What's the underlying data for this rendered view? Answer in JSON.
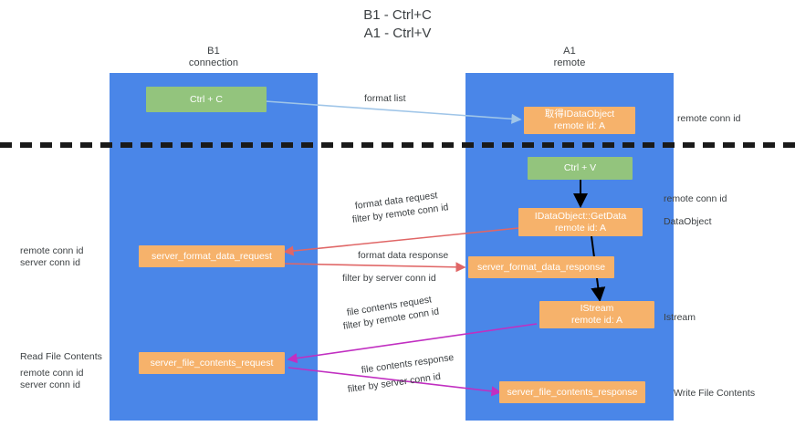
{
  "title": {
    "line1": "B1 - Ctrl+C",
    "line2": "A1 - Ctrl+V"
  },
  "lanes": [
    {
      "id": "b1",
      "name": "B1",
      "role": "connection",
      "color": "#4a86e8"
    },
    {
      "id": "a1",
      "name": "A1",
      "role": "remote",
      "color": "#4a86e8"
    }
  ],
  "nodes": {
    "ctrl_c": {
      "line1": "Ctrl + C",
      "line2": "",
      "color": "green"
    },
    "idataobject_top": {
      "line1": "取得IDataObject",
      "line2": "remote id: A",
      "color": "orange"
    },
    "ctrl_v": {
      "line1": "Ctrl + V",
      "line2": "",
      "color": "green"
    },
    "getdata": {
      "line1": "IDataObject::GetData",
      "line2": "remote id: A",
      "color": "orange"
    },
    "fmt_req": {
      "line1": "server_format_data_request",
      "line2": "",
      "color": "orange"
    },
    "fmt_resp": {
      "line1": "server_format_data_response",
      "line2": "",
      "color": "orange"
    },
    "istream": {
      "line1": "IStream",
      "line2": "remote id: A",
      "color": "orange"
    },
    "file_req": {
      "line1": "server_file_contents_request",
      "line2": "",
      "color": "orange"
    },
    "file_resp": {
      "line1": "server_file_contents_response",
      "line2": "",
      "color": "orange"
    }
  },
  "edge_labels": {
    "format_list": "format list",
    "format_data_request": "format data request",
    "format_data_request_filter_prefix": "filter by ",
    "format_data_request_filter_key": "remote conn id",
    "format_data_response": "format data response",
    "format_data_response_filter_prefix": "filter by ",
    "format_data_response_filter_key": "server conn id",
    "file_contents_request": "file contents request",
    "file_contents_request_filter_prefix": "filter by ",
    "file_contents_request_filter_key": "remote conn id",
    "file_contents_response": "file contents response",
    "file_contents_response_filter_prefix": "filter by ",
    "file_contents_response_filter_key": "server conn id"
  },
  "annotations": {
    "right_remote_conn_id_top": "remote conn id",
    "right_remote_conn_id_mid": "remote conn id",
    "right_dataobject": "DataObject",
    "right_istream": "Istream",
    "right_write_file_contents": "Write File Contents",
    "left_remote_conn_id_mid": "remote conn id",
    "left_server_conn_id_mid": "server conn id",
    "left_read_file_contents": "Read File Contents",
    "left_remote_conn_id_bottom": "remote conn id",
    "left_server_conn_id_bottom": "server conn id"
  },
  "colors": {
    "lane": "#4a86e8",
    "node_orange": "#f6b26b",
    "node_green": "#93c47d",
    "arrow_blue": "#9fc5e8",
    "arrow_red": "#e06666",
    "arrow_magenta": "#c12fc1",
    "arrow_black": "#000000",
    "accent_purple": "#a64d9a",
    "accent_green": "#6aa84f",
    "separator": "#1a1a1a"
  }
}
